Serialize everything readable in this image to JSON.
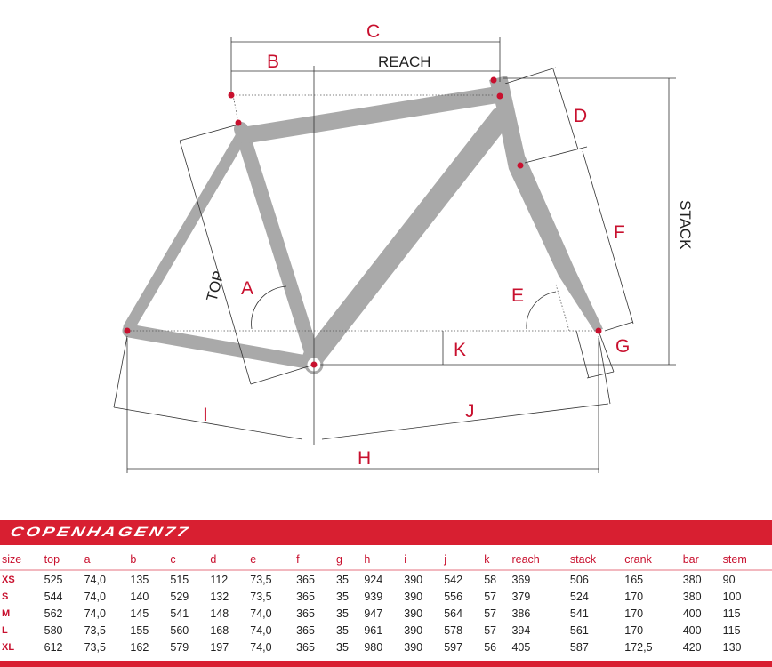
{
  "diagram": {
    "labels": {
      "a": "A",
      "b": "B",
      "c": "C",
      "d": "D",
      "e": "E",
      "f": "F",
      "g": "G",
      "h": "H",
      "i": "I",
      "j": "J",
      "k": "K",
      "reach": "REACH",
      "stack": "STACK",
      "top": "TOP"
    },
    "frame_color": "#a9a9a9",
    "accent": "#c8102e"
  },
  "brand": "COPENHAGEN77",
  "table": {
    "headers": [
      "size",
      "top",
      "a",
      "b",
      "c",
      "d",
      "e",
      "f",
      "g",
      "h",
      "i",
      "j",
      "k",
      "reach",
      "stack",
      "crank",
      "bar",
      "stem"
    ],
    "rows": [
      [
        "XS",
        "525",
        "74,0",
        "135",
        "515",
        "112",
        "73,5",
        "365",
        "35",
        "924",
        "390",
        "542",
        "58",
        "369",
        "506",
        "165",
        "380",
        "90"
      ],
      [
        "S",
        "544",
        "74,0",
        "140",
        "529",
        "132",
        "73,5",
        "365",
        "35",
        "939",
        "390",
        "556",
        "57",
        "379",
        "524",
        "170",
        "380",
        "100"
      ],
      [
        "M",
        "562",
        "74,0",
        "145",
        "541",
        "148",
        "74,0",
        "365",
        "35",
        "947",
        "390",
        "564",
        "57",
        "386",
        "541",
        "170",
        "400",
        "115"
      ],
      [
        "L",
        "580",
        "73,5",
        "155",
        "560",
        "168",
        "74,0",
        "365",
        "35",
        "961",
        "390",
        "578",
        "57",
        "394",
        "561",
        "170",
        "400",
        "115"
      ],
      [
        "XL",
        "612",
        "73,5",
        "162",
        "579",
        "197",
        "74,0",
        "365",
        "35",
        "980",
        "390",
        "597",
        "56",
        "405",
        "587",
        "172,5",
        "420",
        "130"
      ]
    ]
  }
}
